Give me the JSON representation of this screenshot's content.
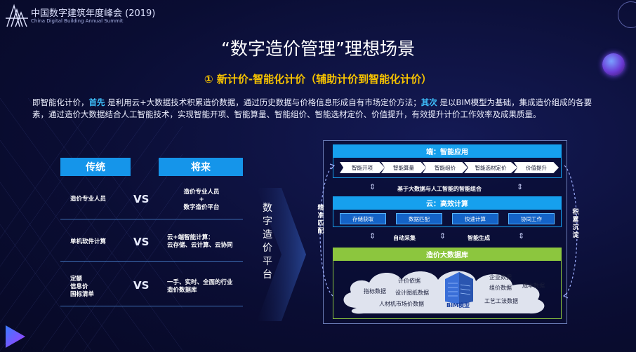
{
  "header": {
    "logo_text_cn": "中国数字建筑年度峰会 (2019)",
    "logo_text_en": "China Digital Building Annual Summit"
  },
  "title": "“数字造价管理”理想场景",
  "subtitle": "①   新计价-智能化计价（辅助计价到智能化计价）",
  "paragraph": {
    "p1": "即智能化计价，",
    "h1": "首先",
    "p2": " 是利用云+大数据技术积累造价数据，通过历史数据与价格信息形成自有市场定价方法；",
    "h2": "其次",
    "p3": " 是以BIM模型为基础，集成造价组成的各要素，通过造价大数据结合人工智能技术，实现智能开项、智能算量、智能组价、智能选材定价、价值提升，有效提升计价工作效率及成果质量。"
  },
  "compare": {
    "left_header": "传统",
    "right_header": "将来",
    "vs_label": "VS",
    "rows": [
      {
        "left": "造价专业人员",
        "right_l1": "造价专业人员",
        "right_l2": "+",
        "right_l3": "数字造价平台"
      },
      {
        "left": "单机软件计算",
        "right_l1": "云+端智能计算：",
        "right_l2": "云存储、云计算、云协同",
        "right_l3": ""
      },
      {
        "left_l1": "定额",
        "left_l2": "信息价",
        "left_l3": "国标清单",
        "right_l1": "一手、实时、全面的行业",
        "right_l2": "造价数据库"
      }
    ]
  },
  "platform_label": "数字造价平台",
  "platform_chars": [
    "数",
    "字",
    "造",
    "价",
    "平",
    "台"
  ],
  "diagram": {
    "top_bar": "端：智能应用",
    "steps": [
      "智能开项",
      "智能算量",
      "智能组价",
      "智能选材定价",
      "价值提升"
    ],
    "middle_note": "基于大数据与人工智能的智能组合",
    "cloud_bar": "云：高效计算",
    "cloud_pills": [
      "存储获取",
      "数据匹配",
      "快速计算",
      "协同工作"
    ],
    "auto_collect": "自动采集",
    "smart_gen": "智能生成",
    "db_bar": "造价大数据库",
    "left_side": [
      "精",
      "准",
      "匹",
      "配"
    ],
    "right_side": [
      "积",
      "累",
      "沉",
      "淀"
    ],
    "cloud_items": {
      "a": "计价依据",
      "b": "指标数据",
      "c": "设计图纸数据",
      "d": "人材机市场价数据",
      "e": "BIM模型",
      "f": "企业数据",
      "g": "组价数据",
      "h": "成本数据",
      "i": "工艺工法数据"
    }
  },
  "colors": {
    "background": "#0a0d33",
    "accent_blue": "#1595ea",
    "accent_yellow": "#f7c300",
    "highlight": "#3fc2ff",
    "green": "#8cc63e"
  }
}
